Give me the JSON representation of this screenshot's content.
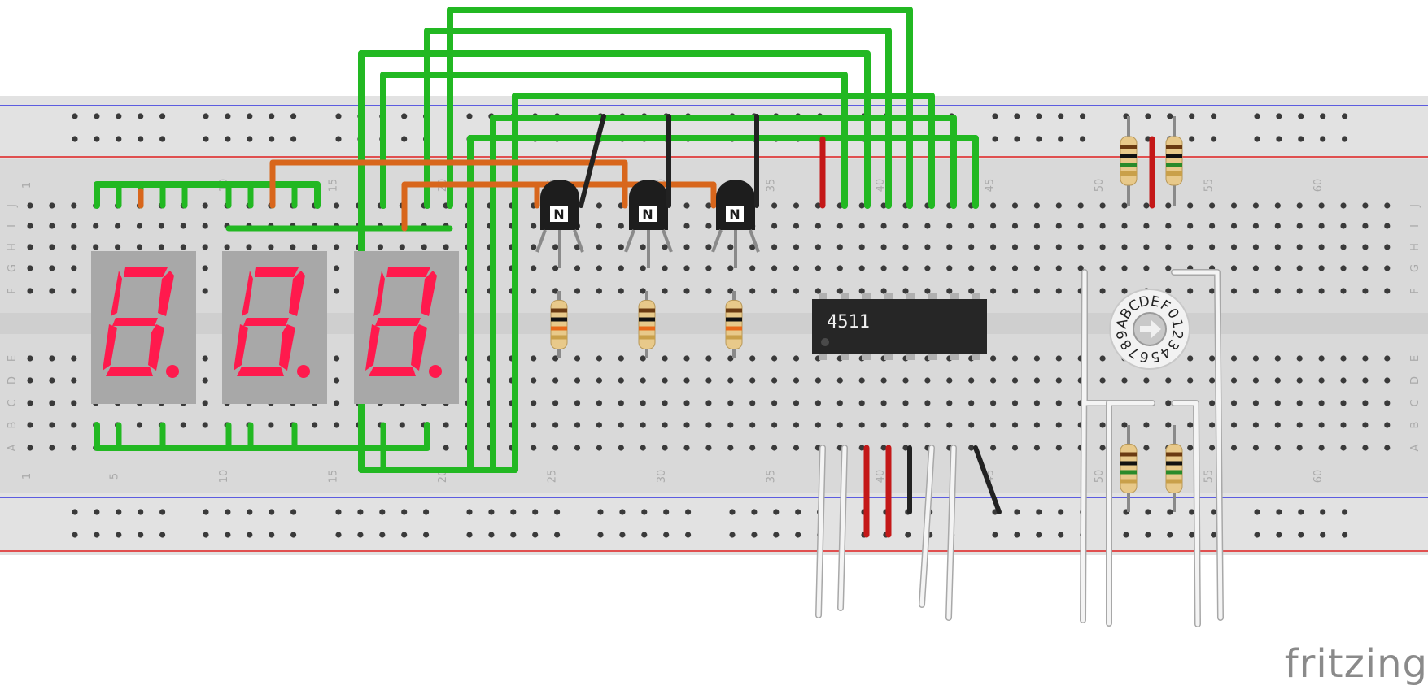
{
  "brand": "fritzing",
  "breadboard": {
    "column_labels": [
      "1",
      "5",
      "10",
      "15",
      "20",
      "25",
      "30",
      "35",
      "40",
      "45",
      "50",
      "55",
      "60"
    ],
    "row_labels_top": [
      "J",
      "I",
      "H",
      "G",
      "F"
    ],
    "row_labels_bottom": [
      "E",
      "D",
      "C",
      "B",
      "A"
    ]
  },
  "components": {
    "displays": [
      {
        "label": "8."
      },
      {
        "label": "8."
      },
      {
        "label": "8."
      }
    ],
    "transistors": [
      {
        "label": "N"
      },
      {
        "label": "N"
      },
      {
        "label": "N"
      }
    ],
    "ic": {
      "label": "4511"
    },
    "rotary_switch": {
      "label": "BCDEF0123456789A"
    }
  },
  "colors": {
    "board": "#dcdcdc",
    "hole": "#3a3a3a",
    "green_wire": "#22b822",
    "orange_wire": "#d8661c",
    "red_wire": "#c41818",
    "black_wire": "#222222",
    "segment_on": "#ff1a4d",
    "rail_red": "#e02020",
    "rail_blue": "#2020e0"
  }
}
